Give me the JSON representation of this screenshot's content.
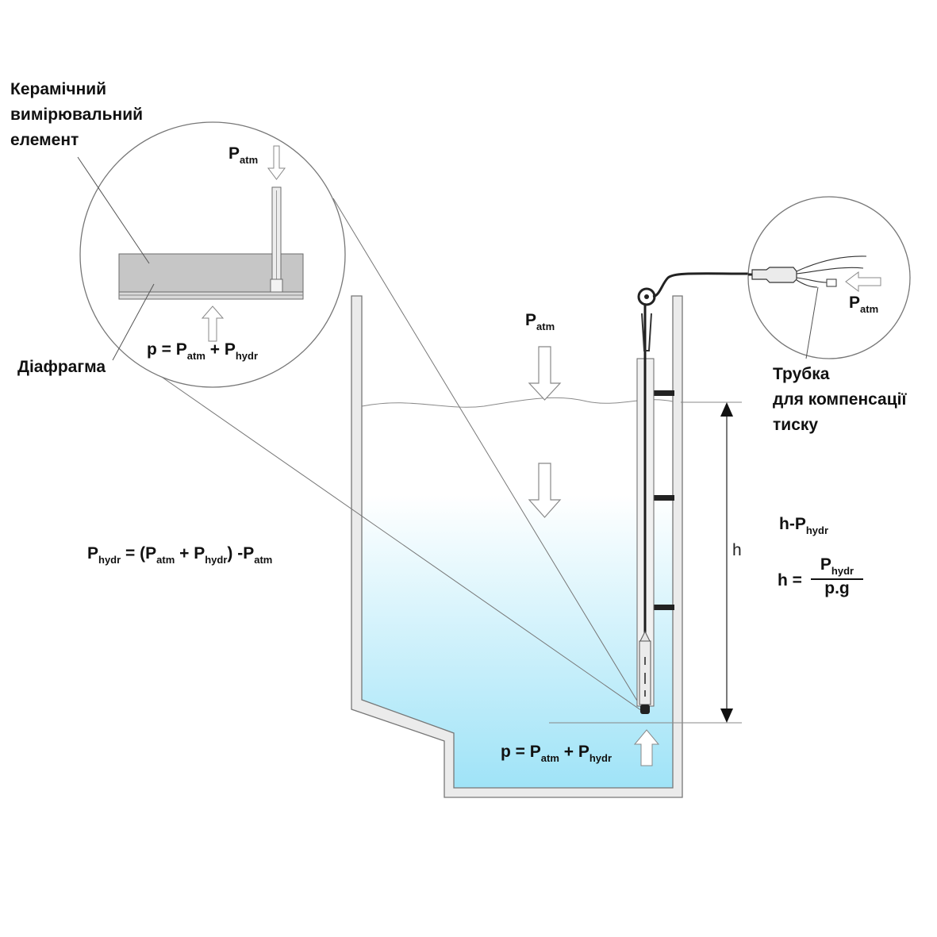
{
  "labels": {
    "ceramic_element": [
      "Керамічний",
      "вимірювальний",
      "елемент"
    ],
    "diaphragm": "Діафрагма",
    "compensation_tube": [
      "Трубка",
      "для компенсації",
      "тиску"
    ],
    "p_sym": "P",
    "p_lower": "p",
    "atm": "atm",
    "hydr": "hydr",
    "h": "h",
    "h_dash": "h-",
    "equals": " = ",
    "plus": " + ",
    "open_paren": "(",
    "close_paren": ")",
    "minus": " -",
    "h_eq": "h = ",
    "denominator": "p.g"
  },
  "colors": {
    "water_top": "#ffffff",
    "water_bottom": "#9fe3f7",
    "tank_wall": "#ebebeb",
    "line": "#6b6b6b"
  }
}
